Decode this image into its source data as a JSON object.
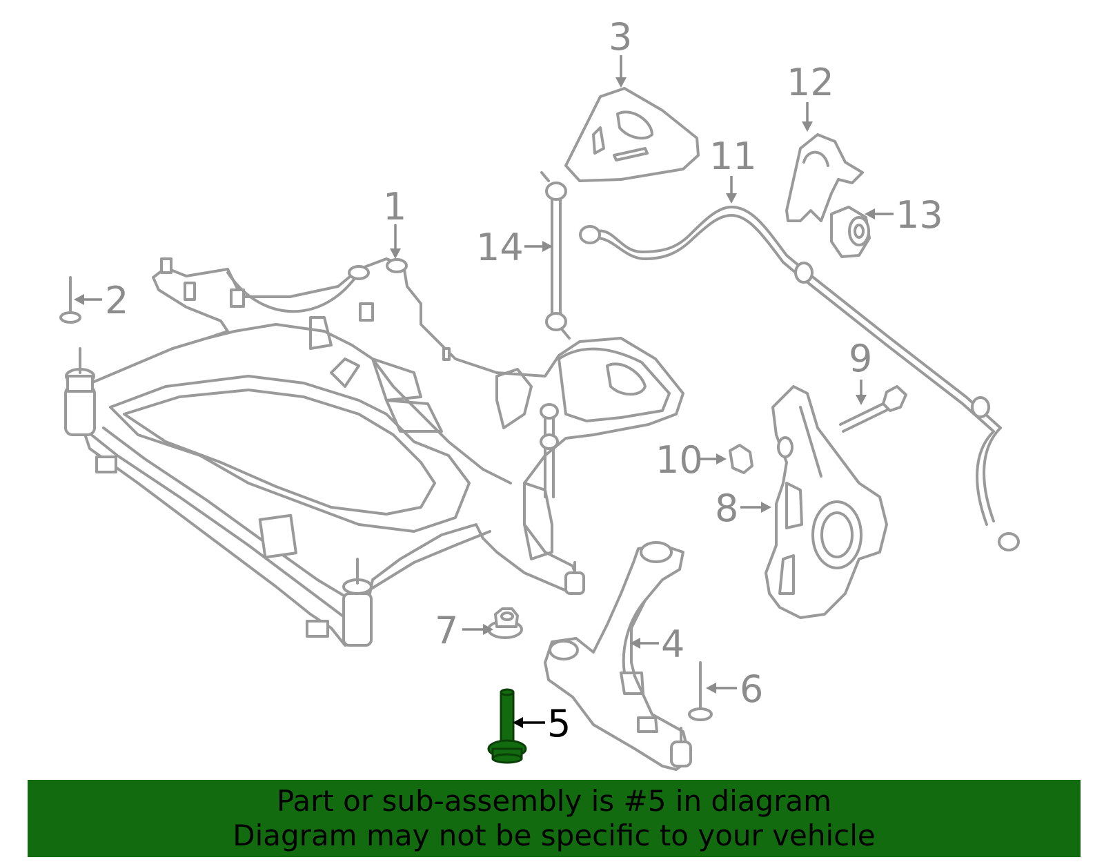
{
  "callouts": {
    "c1": "1",
    "c2": "2",
    "c3": "3",
    "c4": "4",
    "c5": "5",
    "c6": "6",
    "c7": "7",
    "c8": "8",
    "c9": "9",
    "c10": "10",
    "c11": "11",
    "c12": "12",
    "c13": "13",
    "c14": "14"
  },
  "highlighted_part": "5",
  "banner": {
    "line1": "Part or sub-assembly is #5 in diagram",
    "line2": "Diagram may not be specific to your vehicle"
  },
  "colors": {
    "highlight": "#136b0f",
    "line_art": "#9a9a9a",
    "callout_text": "#8c8c8c"
  }
}
